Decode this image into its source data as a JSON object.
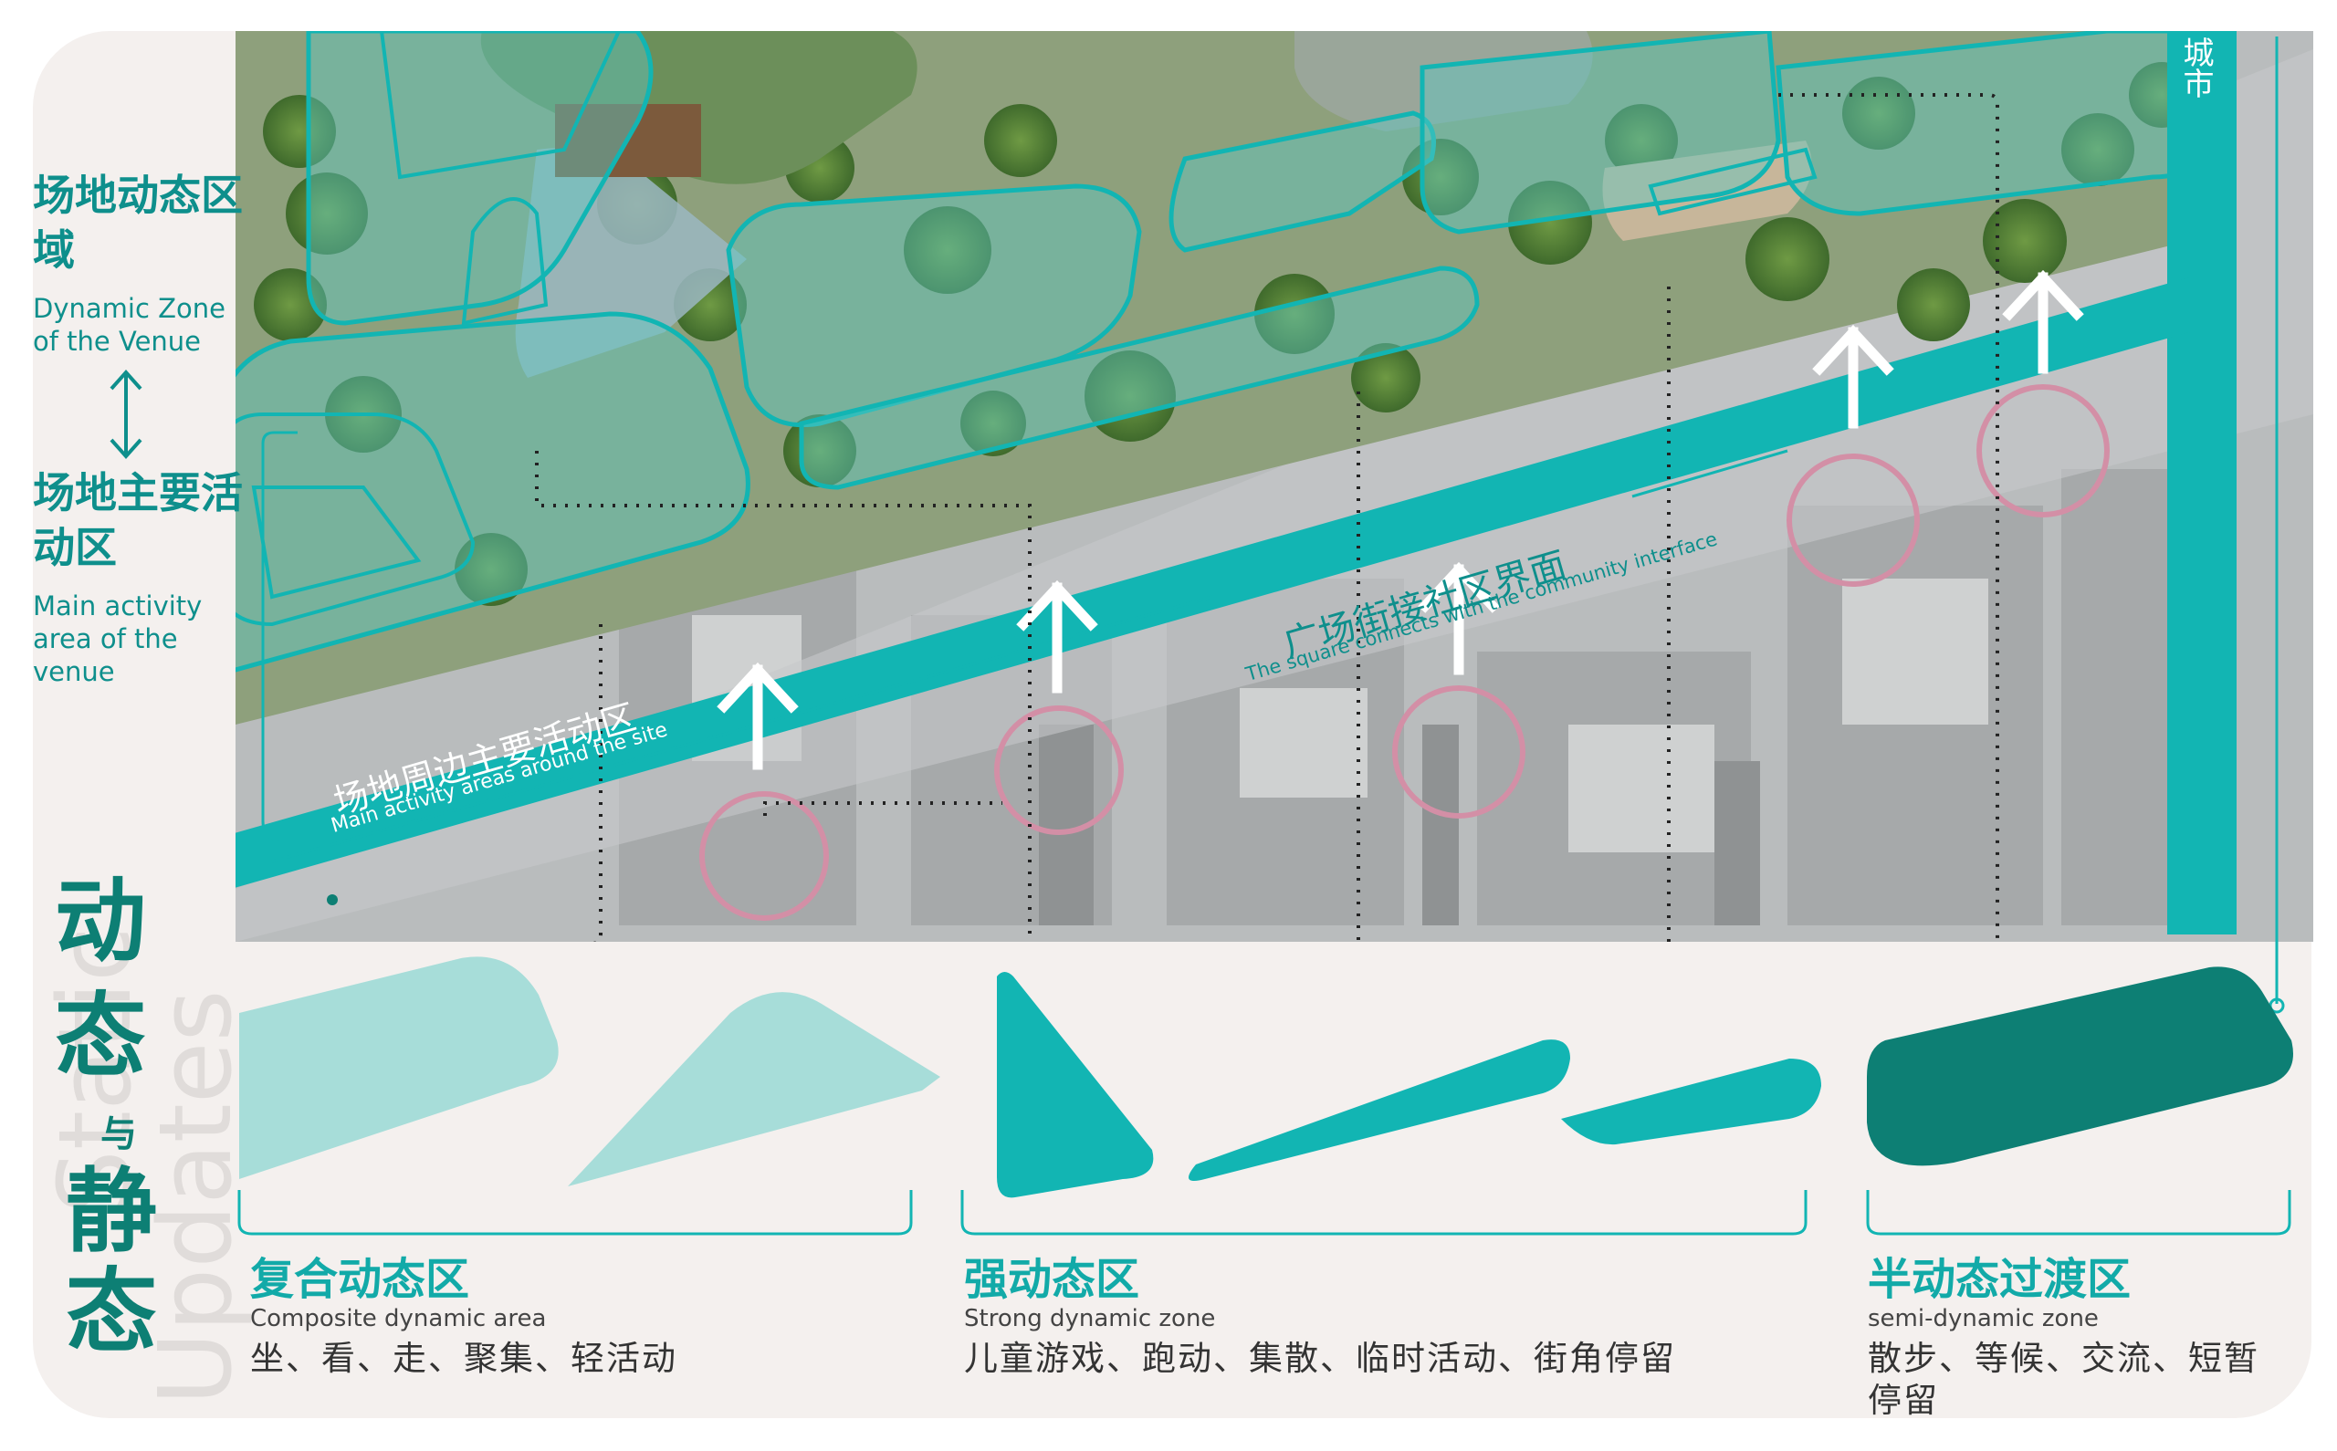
{
  "left_panel": {
    "dynamic_zone_zh": "场地动态区域",
    "dynamic_zone_en": "Dynamic Zone of the Venue",
    "main_activity_zh": "场地主要活动区",
    "main_activity_en": "Main activity area of the venue"
  },
  "vertical_title": {
    "line1": "动",
    "line2": "态",
    "connector": "与",
    "line3": "静",
    "line4": "态"
  },
  "watermark": {
    "text1": "Static",
    "text2": "Updates"
  },
  "map_labels": {
    "band_zh": "场地周边主要活动区",
    "band_en": "Main activity areas around the site",
    "interface_zh": "广场街接社区界面",
    "interface_en": "The square connects with the community interface",
    "city_road": "城市"
  },
  "zones": [
    {
      "title": "复合动态区",
      "en": "Composite dynamic area",
      "activities": "坐、看、走、聚集、轻活动"
    },
    {
      "title": "强动态区",
      "en": "Strong dynamic zone",
      "activities": "儿童游戏、跑动、集散、临时活动、街角停留"
    },
    {
      "title": "半动态过渡区",
      "en": "semi-dynamic zone",
      "activities": "散步、等候、交流、短暂停留"
    }
  ],
  "colors": {
    "teal": "#12b5b3",
    "teal_dark": "#0d7f74",
    "teal_light": "#a7ddd9",
    "pink_circle": "#d38fa6",
    "background": "#f4f0ee"
  }
}
